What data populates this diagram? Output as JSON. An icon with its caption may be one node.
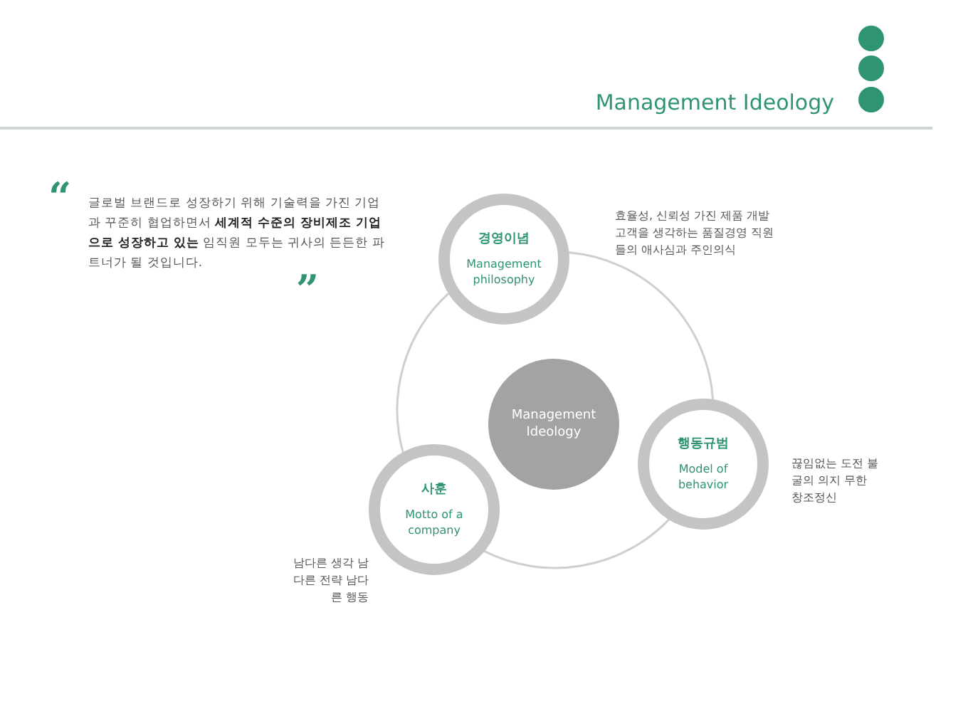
{
  "diagram": {
    "title": "Management Ideology",
    "nodes": [
      {
        "text": [
          "Management Ideology"
        ]
      },
      {
        "text": [
          "경영이념",
          "Management philosophy"
        ]
      },
      {
        "text": [
          "행동규범",
          "Model of behavior"
        ],
        "beside": [
          "끊임없는 도전 불굴의 의지 무한 창조정신"
        ]
      },
      {
        "text": [
          "사훈",
          "Motto of a company"
        ],
        "beside": [
          "남다른 생각 남다른 전략 남다른 행동"
        ]
      }
    ],
    "edges": [
      {
        "from": 1,
        "to": 2,
        "arrow": "none"
      },
      {
        "from": 2,
        "to": 3,
        "arrow": "none"
      },
      {
        "from": 3,
        "to": 1,
        "arrow": "none"
      }
    ],
    "labels": [
      "효율성, 신뢰성 가진 제품 개발 고객을 생각하는 품질경영 직원들의 애사심과 주인의식",
      "“",
      "글로벌 브랜드로 성장하기 위해 기술력을 가진 기업과 꾸준히 협업하면서 **세계적 수준의 장비제조 기업으로 성장하고 있는** 임직원 모두는 귀사의 든든한 파트너가 될 것입니다.",
      "”"
    ]
  }
}
